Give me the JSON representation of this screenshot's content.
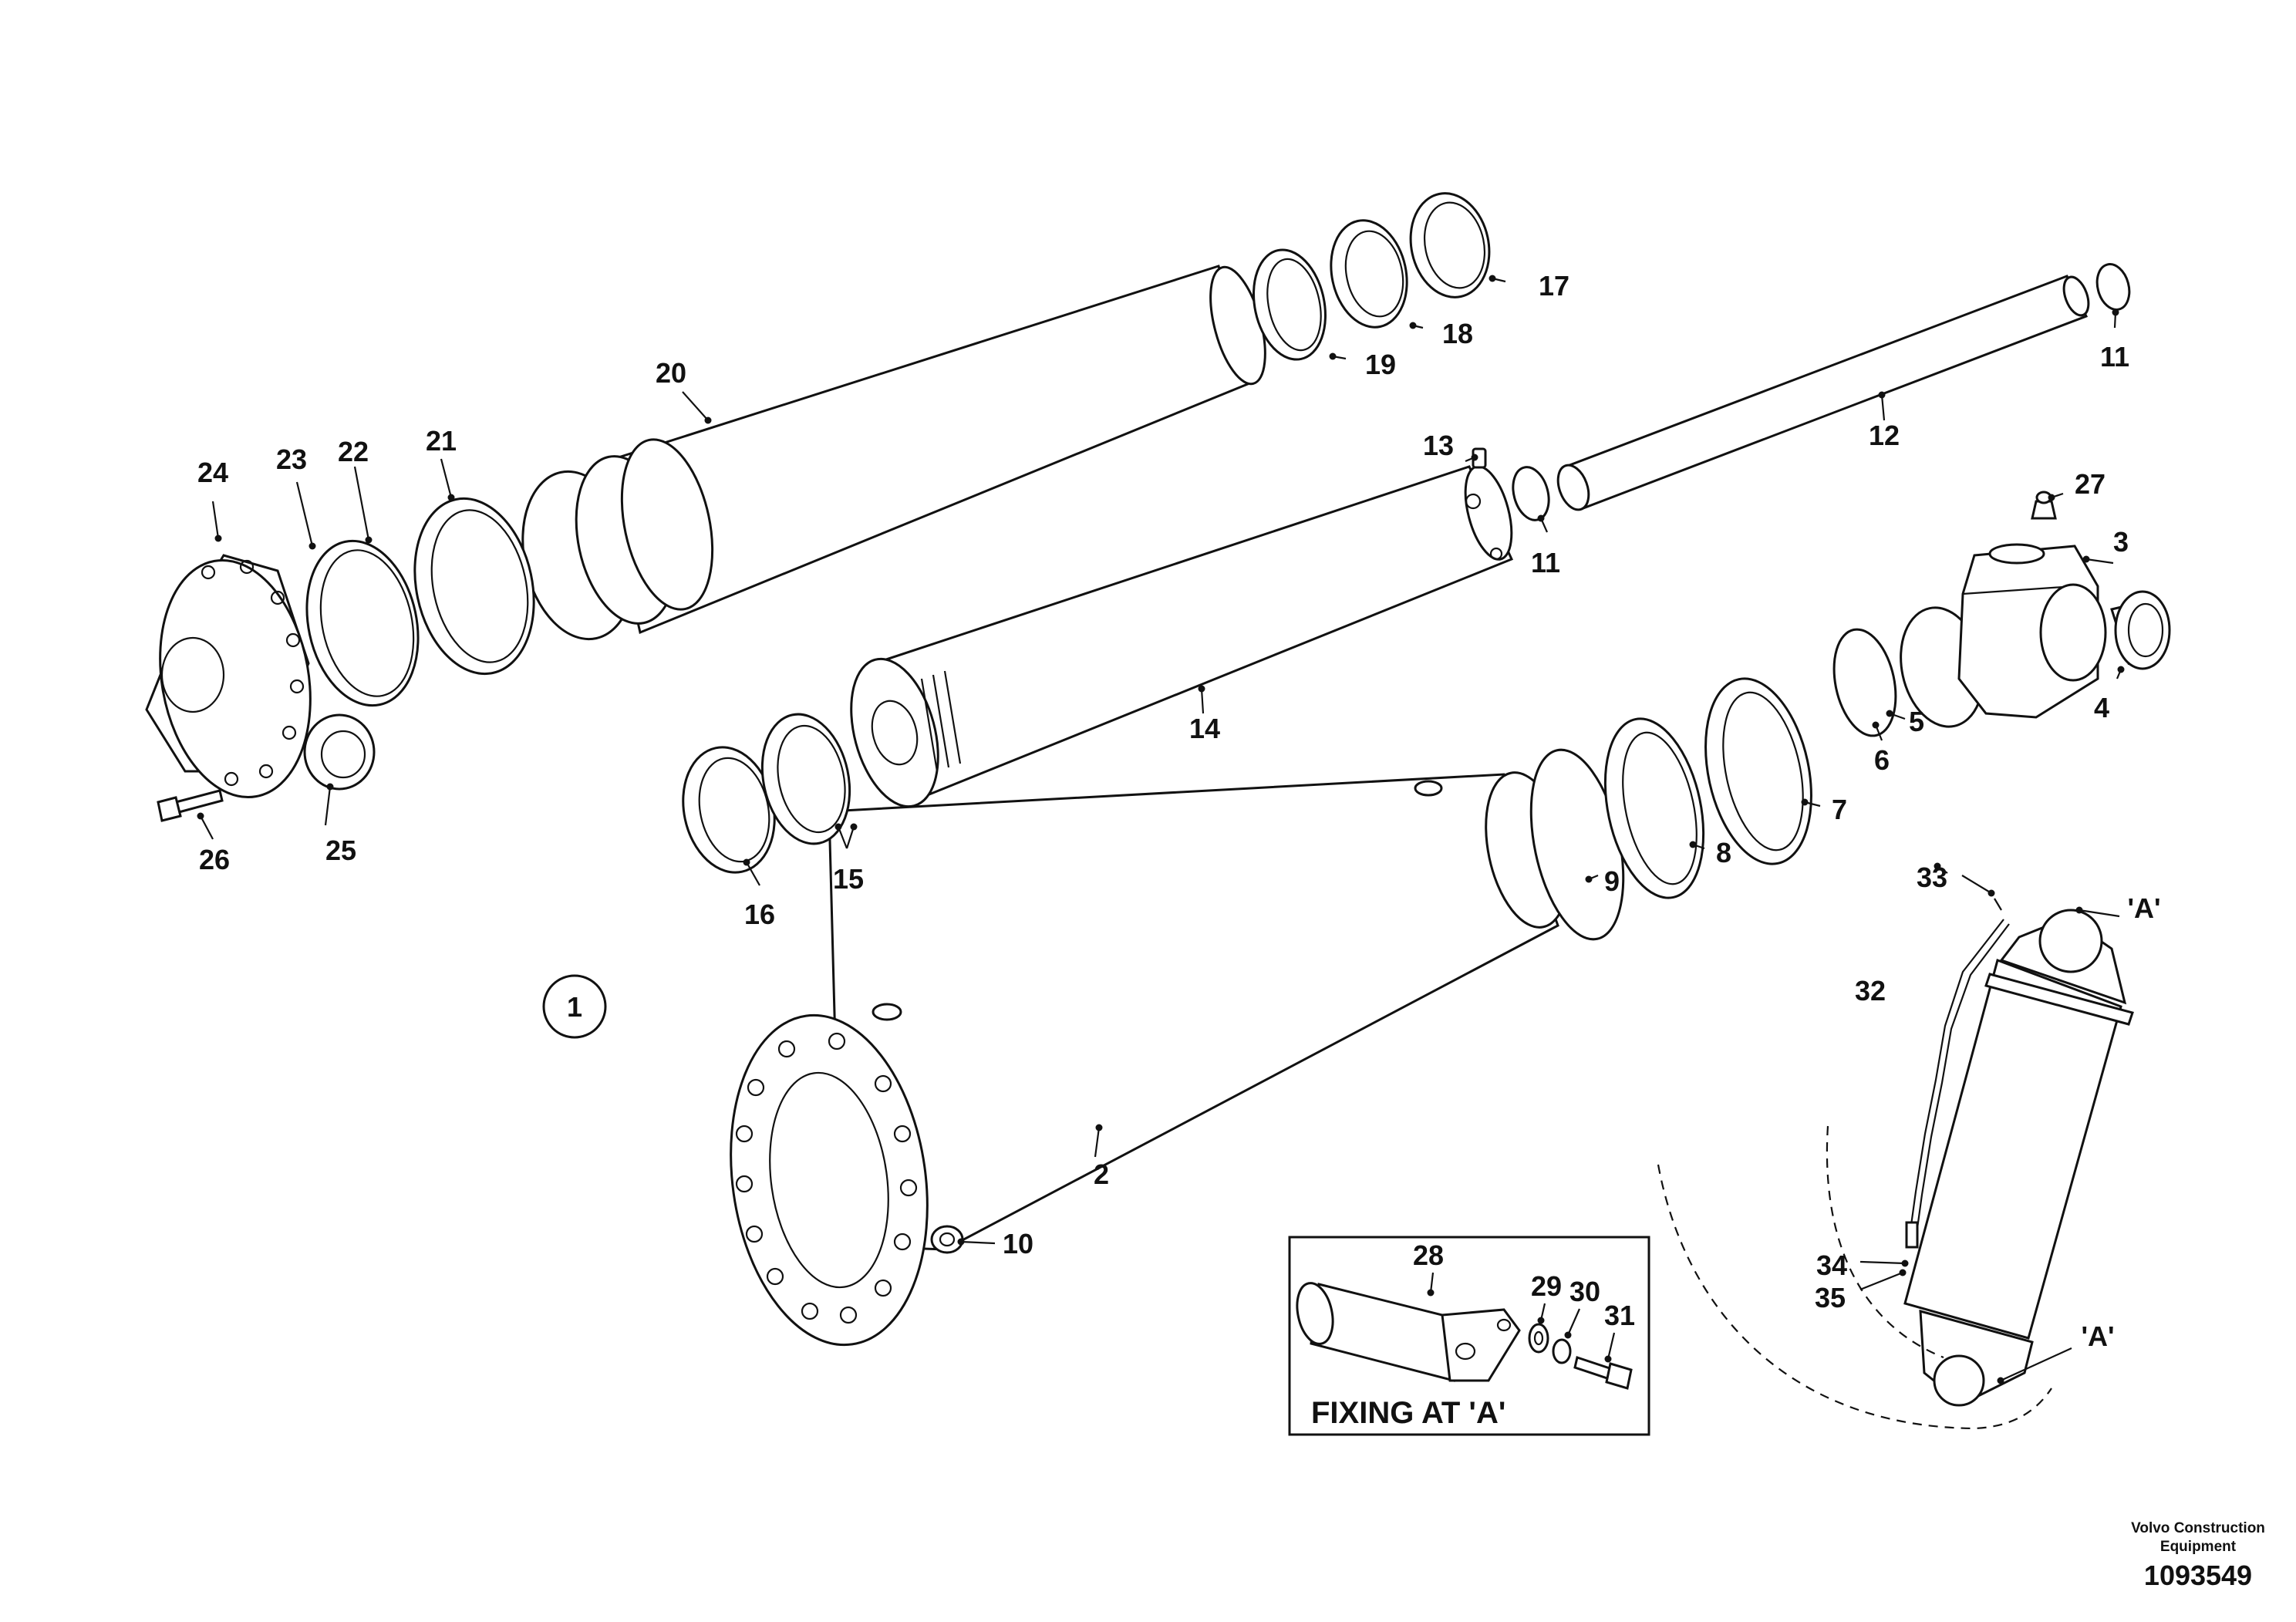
{
  "callouts": {
    "c1": "1",
    "c2": "2",
    "c3": "3",
    "c4": "4",
    "c5": "5",
    "c6": "6",
    "c7": "7",
    "c8": "8",
    "c9": "9",
    "c10": "10",
    "c11a": "11",
    "c11b": "11",
    "c12": "12",
    "c13": "13",
    "c14": "14",
    "c15": "15",
    "c16": "16",
    "c17": "17",
    "c18": "18",
    "c19": "19",
    "c20": "20",
    "c21": "21",
    "c22": "22",
    "c23": "23",
    "c24": "24",
    "c25": "25",
    "c26": "26",
    "c27": "27",
    "c28": "28",
    "c29": "29",
    "c30": "30",
    "c31": "31",
    "c32": "32",
    "c33": "33",
    "c34": "34",
    "c35": "35"
  },
  "references": {
    "a_top": "'A'",
    "a_bottom": "'A'"
  },
  "inset": {
    "title": "FIXING AT 'A'"
  },
  "footer": {
    "brand_line1": "Volvo Construction",
    "brand_line2": "Equipment",
    "document_number": "1093549"
  }
}
